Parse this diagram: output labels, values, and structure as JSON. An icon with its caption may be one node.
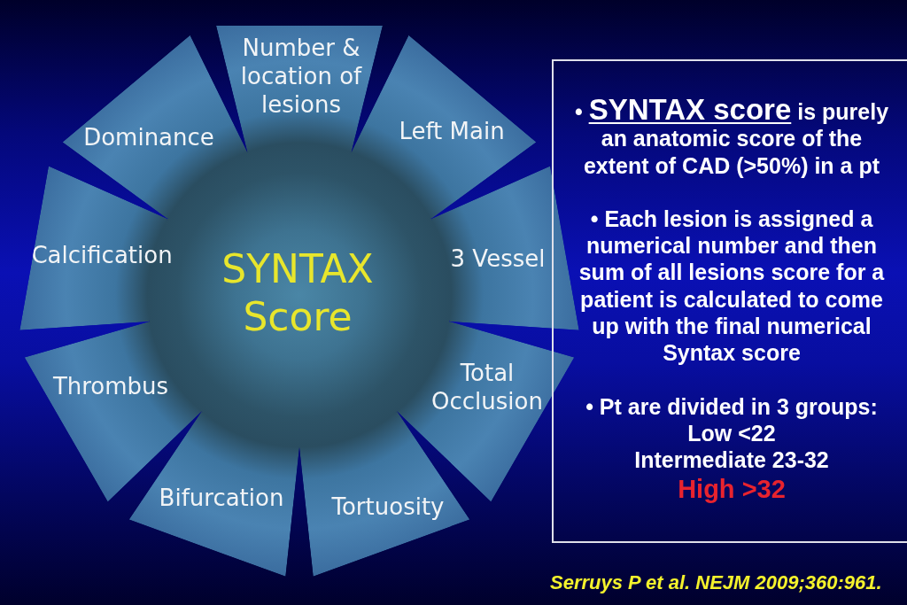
{
  "diagram": {
    "nodes": [
      {
        "text": [
          "SYNTAX Score"
        ]
      },
      {
        "text": [
          "Number & location of lesions"
        ]
      },
      {
        "text": [
          "Left Main"
        ]
      },
      {
        "text": [
          "3 Vessel"
        ]
      },
      {
        "text": [
          "Total Occlusion"
        ]
      },
      {
        "text": [
          "Tortuosity"
        ]
      },
      {
        "text": [
          "Bifurcation"
        ]
      },
      {
        "text": [
          "Thrombus"
        ]
      },
      {
        "text": [
          "Calcification"
        ]
      },
      {
        "text": [
          "Dominance"
        ]
      },
      {
        "text": [
          "• **SYNTAX score** is purely an anatomic score of the extent of CAD (>50%) in a pt",
          "• Each lesion is assigned a numerical number and then sum of all lesions score for a patient is calculated to come up with the final numerical Syntax score",
          "• Pt are divided in 3 groups:",
          "Low <22",
          "Intermediate 23-32",
          "High >32"
        ]
      }
    ],
    "labels": [
      "Serruys P et al. NEJM 2009;360:961."
    ]
  }
}
